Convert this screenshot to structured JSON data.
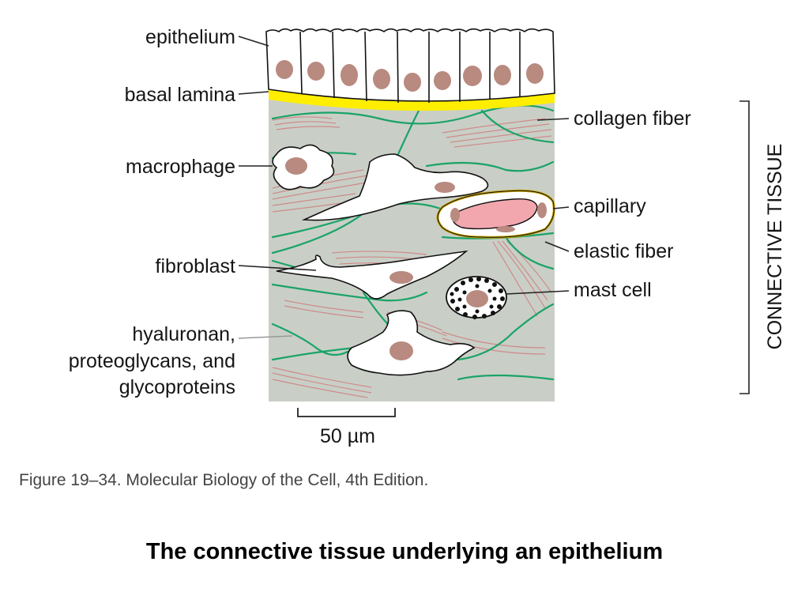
{
  "labels": {
    "epithelium": "epithelium",
    "basal_lamina": "basal lamina",
    "macrophage": "macrophage",
    "fibroblast": "fibroblast",
    "hyaluronan_1": "hyaluronan,",
    "hyaluronan_2": "proteoglycans, and",
    "hyaluronan_3": "glycoproteins",
    "collagen_fiber": "collagen fiber",
    "capillary": "capillary",
    "elastic_fiber": "elastic fiber",
    "mast_cell": "mast cell",
    "connective_tissue": "CONNECTIVE TISSUE",
    "scale": "50 µm"
  },
  "caption": "Figure 19–34. Molecular Biology of the Cell, 4th Edition.",
  "title": "The connective tissue underlying an epithelium",
  "colors": {
    "matrix": "#c9cfc6",
    "basal_lamina": "#ffee00",
    "elastic_fiber": "#1aa368",
    "collagen_fiber": "#cf8a8a",
    "nucleus": "#b88a80",
    "blood": "#f2a7ae"
  }
}
